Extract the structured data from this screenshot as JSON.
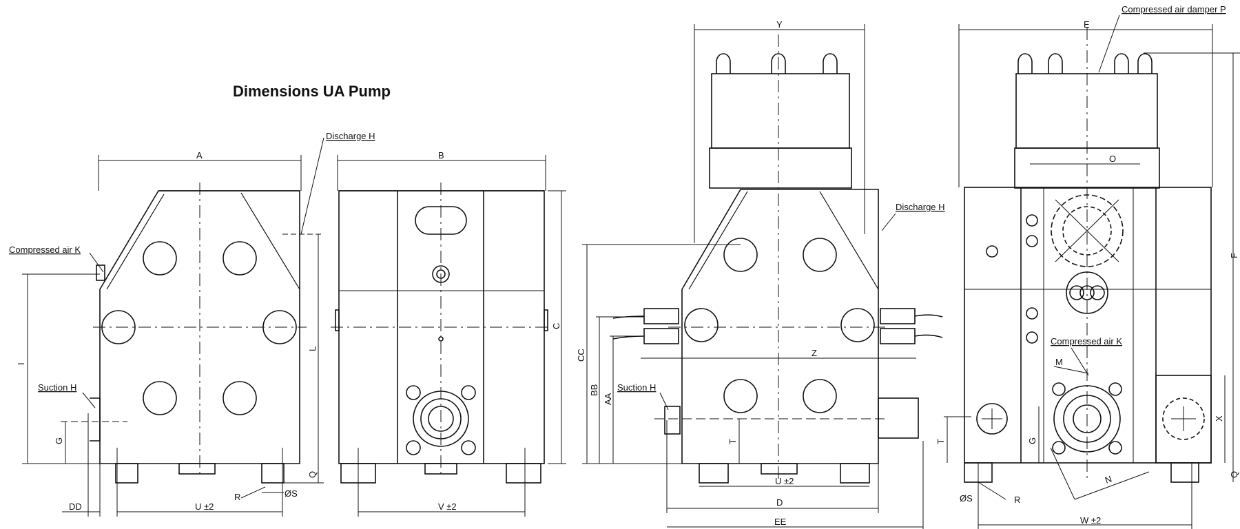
{
  "title": "Dimensions UA Pump",
  "labels": {
    "A": "A",
    "B": "B",
    "C": "C",
    "D": "D",
    "E": "E",
    "F": "F",
    "G": "G",
    "I": "I",
    "L": "L",
    "M": "M",
    "N": "N",
    "O": "O",
    "Q": "Q",
    "R": "R",
    "S": "ØS",
    "T": "T",
    "U": "U ±2",
    "V": "V ±2",
    "W": "W ±2",
    "X": "X",
    "Y": "Y",
    "Z": "Z",
    "AA": "AA",
    "BB": "BB",
    "CC": "CC",
    "DD": "DD",
    "EE": "EE"
  },
  "callouts": {
    "discharge": "Discharge  H",
    "discharge2": "Discharge H",
    "compressed_air": "Compressed air K",
    "compressed_air2": "Compressed air K",
    "suction": "Suction    H",
    "suction2": "Suction H",
    "damper": "Compressed air damper P"
  }
}
